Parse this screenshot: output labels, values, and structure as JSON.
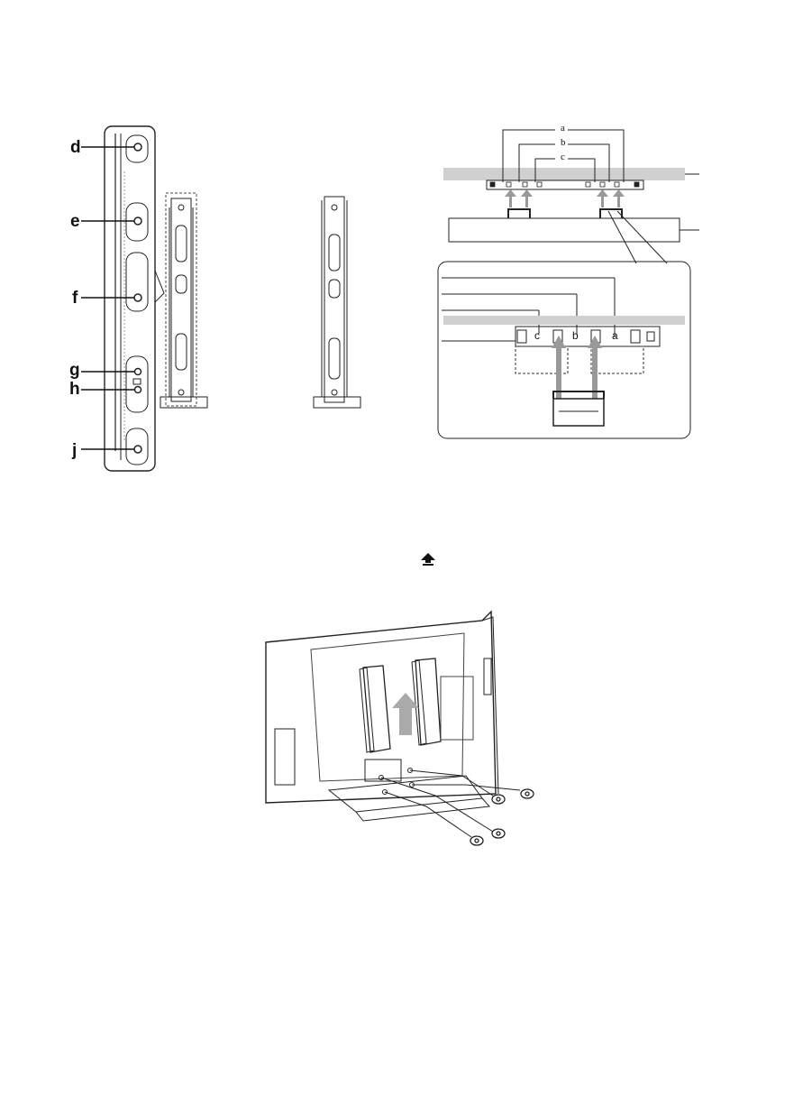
{
  "callouts": {
    "d": "d",
    "e": "e",
    "f": "f",
    "g": "g",
    "h": "h",
    "j": "j"
  },
  "slot_labels": {
    "a": "a",
    "b": "b",
    "c": "c"
  },
  "detail_slot_labels": {
    "c": "c",
    "b": "b",
    "a": "a"
  },
  "icons": {
    "lift_arrow": "arrow-up-icon"
  }
}
